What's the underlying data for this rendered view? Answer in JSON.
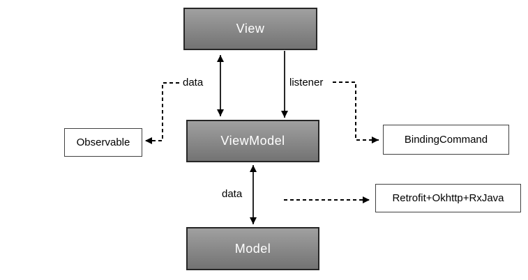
{
  "diagram": {
    "title": "MVVM architecture diagram",
    "nodes": {
      "view": {
        "label": "View"
      },
      "viewmodel": {
        "label": "ViewModel"
      },
      "model": {
        "label": "Model"
      },
      "observable": {
        "label": "Observable"
      },
      "binding_command": {
        "label": "BindingCommand"
      },
      "network": {
        "label": "Retrofit+Okhttp+RxJava"
      }
    },
    "edges": {
      "view_viewmodel_data": {
        "label": "data",
        "style": "solid",
        "direction": "bidirectional"
      },
      "view_viewmodel_listener": {
        "label": "listener",
        "style": "solid",
        "direction": "down"
      },
      "viewmodel_model_data": {
        "label": "data",
        "style": "solid",
        "direction": "bidirectional"
      },
      "data_to_observable": {
        "label": "",
        "style": "dashed",
        "direction": "to-observable"
      },
      "listener_to_bindingcommand": {
        "label": "",
        "style": "dashed",
        "direction": "to-bindingcommand"
      },
      "viewmodel_to_network": {
        "label": "",
        "style": "dashed",
        "direction": "to-network"
      }
    },
    "colors": {
      "background": "#ffffff",
      "node_fill_top": "#a0a0a0",
      "node_fill_bottom": "#737373",
      "node_border": "#262626",
      "node_text": "#ffffff",
      "plain_box_border": "#404040",
      "plain_box_text": "#000000",
      "arrow": "#000000"
    }
  }
}
